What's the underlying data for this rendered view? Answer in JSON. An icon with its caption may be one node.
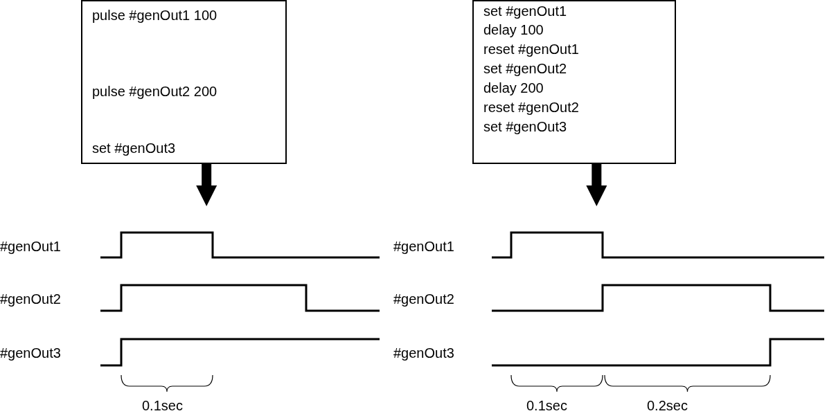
{
  "diagram": {
    "nodes": [
      {
        "text": [
          "pulse #genOut1 100",
          "pulse #genOut2 200",
          "set #genOut3"
        ]
      },
      {
        "text": [
          "set #genOut1",
          "delay 100",
          "reset #genOut1",
          "set #genOut2",
          "delay 200",
          "reset #genOut2",
          "set #genOut3"
        ]
      }
    ],
    "edges": [
      {
        "from": 0,
        "to": null,
        "arrow": "to"
      },
      {
        "from": 1,
        "to": null,
        "arrow": "to"
      }
    ],
    "labels": [
      "#genOut1",
      "#genOut1",
      "#genOut2",
      "#genOut2",
      "#genOut3",
      "#genOut3",
      "0.1sec",
      "0.1sec",
      "0.2sec"
    ]
  }
}
